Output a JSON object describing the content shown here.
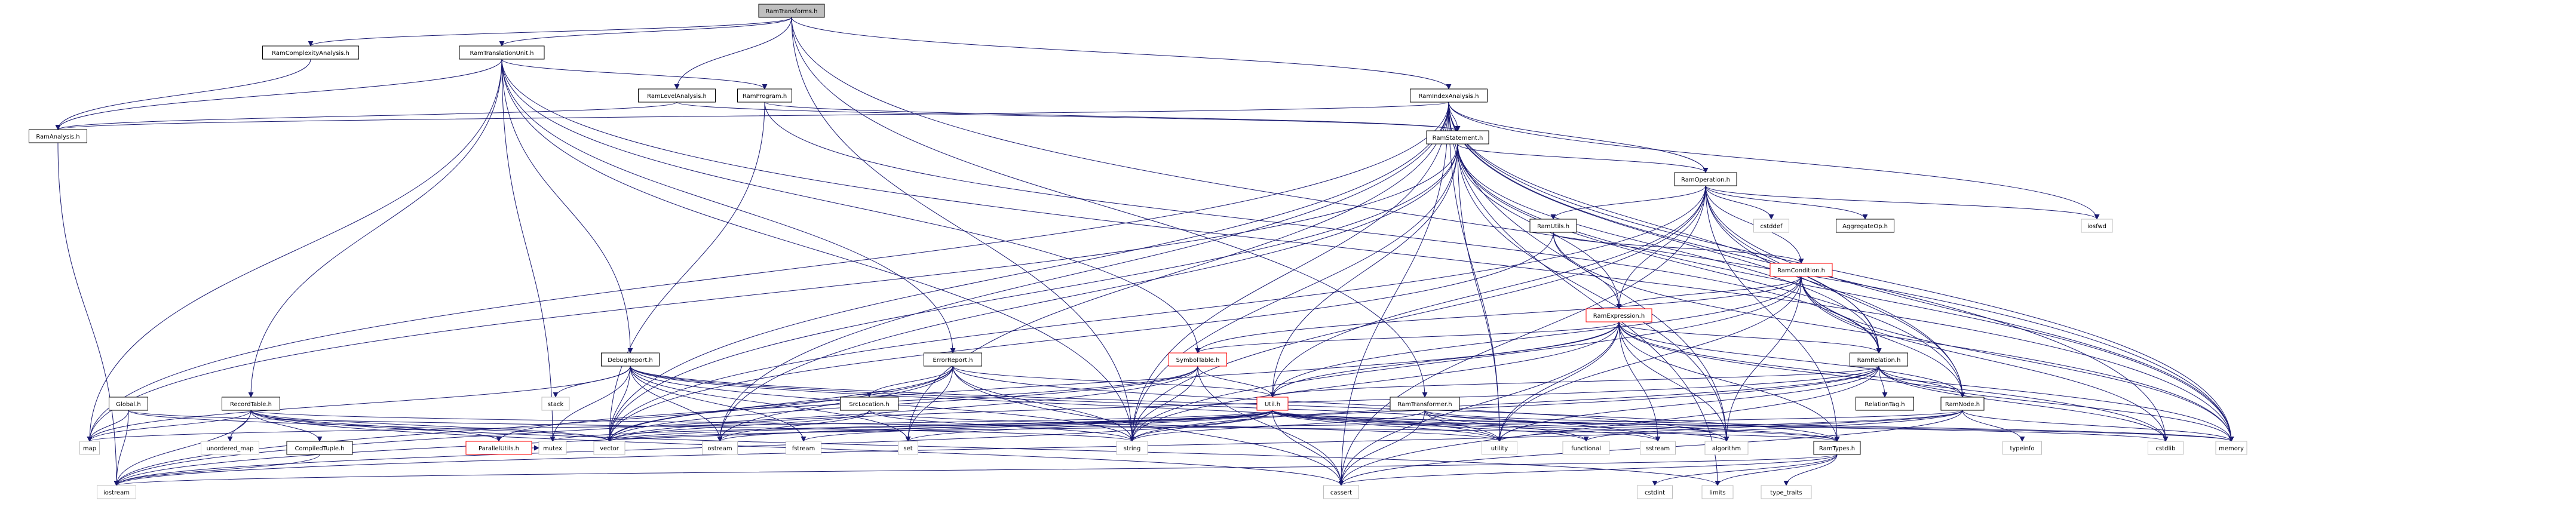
{
  "nodes": {
    "RamTransforms_h": {
      "label": "RamTransforms.h",
      "style": "focus"
    },
    "RamComplexityAnalysis_h": {
      "label": "RamComplexityAnalysis.h",
      "style": "file"
    },
    "RamTranslationUnit_h": {
      "label": "RamTranslationUnit.h",
      "style": "file"
    },
    "RamIndexAnalysis_h": {
      "label": "RamIndexAnalysis.h",
      "style": "file"
    },
    "RamLevelAnalysis_h": {
      "label": "RamLevelAnalysis.h",
      "style": "file"
    },
    "RamProgram_h": {
      "label": "RamProgram.h",
      "style": "file"
    },
    "RamAnalysis_h": {
      "label": "RamAnalysis.h",
      "style": "file"
    },
    "RamStatement_h": {
      "label": "RamStatement.h",
      "style": "file"
    },
    "RamOperation_h": {
      "label": "RamOperation.h",
      "style": "file"
    },
    "RamUtils_h": {
      "label": "RamUtils.h",
      "style": "file"
    },
    "AggregateOp_h": {
      "label": "AggregateOp.h",
      "style": "file"
    },
    "cstddef": {
      "label": "cstddef",
      "style": "system"
    },
    "iosfwd": {
      "label": "iosfwd",
      "style": "system"
    },
    "RamCondition_h": {
      "label": "RamCondition.h",
      "style": "redborder"
    },
    "RamExpression_h": {
      "label": "RamExpression.h",
      "style": "redborder"
    },
    "SymbolTable_h": {
      "label": "SymbolTable.h",
      "style": "redborder"
    },
    "Util_h": {
      "label": "Util.h",
      "style": "redborder"
    },
    "DebugReport_h": {
      "label": "DebugReport.h",
      "style": "file"
    },
    "ErrorReport_h": {
      "label": "ErrorReport.h",
      "style": "file"
    },
    "RamRelation_h": {
      "label": "RamRelation.h",
      "style": "file"
    },
    "RelationTag_h": {
      "label": "RelationTag.h",
      "style": "file"
    },
    "RamNode_h": {
      "label": "RamNode.h",
      "style": "file"
    },
    "RamTypes_h": {
      "label": "RamTypes.h",
      "style": "file"
    },
    "RamTransformer_h": {
      "label": "RamTransformer.h",
      "style": "file"
    },
    "SrcLocation_h": {
      "label": "SrcLocation.h",
      "style": "file"
    },
    "Global_h": {
      "label": "Global.h",
      "style": "file"
    },
    "RecordTable_h": {
      "label": "RecordTable.h",
      "style": "file"
    },
    "CompiledTuple_h": {
      "label": "CompiledTuple.h",
      "style": "file"
    },
    "ParallelUtils_h": {
      "label": "ParallelUtils.h",
      "style": "redborder"
    },
    "stack": {
      "label": "stack",
      "style": "system"
    },
    "map": {
      "label": "map",
      "style": "system"
    },
    "unordered_map": {
      "label": "unordered_map",
      "style": "system"
    },
    "iostream": {
      "label": "iostream",
      "style": "system"
    },
    "mutex": {
      "label": "mutex",
      "style": "system"
    },
    "vector": {
      "label": "vector",
      "style": "system"
    },
    "ostream": {
      "label": "ostream",
      "style": "system"
    },
    "fstream": {
      "label": "fstream",
      "style": "system"
    },
    "set": {
      "label": "set",
      "style": "system"
    },
    "string": {
      "label": "string",
      "style": "system"
    },
    "utility": {
      "label": "utility",
      "style": "system"
    },
    "functional": {
      "label": "functional",
      "style": "system"
    },
    "sstream": {
      "label": "sstream",
      "style": "system"
    },
    "algorithm": {
      "label": "algorithm",
      "style": "system"
    },
    "cstdlib": {
      "label": "cstdlib",
      "style": "system"
    },
    "memory": {
      "label": "memory",
      "style": "system"
    },
    "typeinfo": {
      "label": "typeinfo",
      "style": "system"
    },
    "cassert": {
      "label": "cassert",
      "style": "system"
    },
    "cstdint": {
      "label": "cstdint",
      "style": "system"
    },
    "limits": {
      "label": "limits",
      "style": "system"
    },
    "type_traits": {
      "label": "type_traits",
      "style": "system"
    }
  },
  "edges": [
    [
      "RamTransforms_h",
      "RamComplexityAnalysis_h"
    ],
    [
      "RamTransforms_h",
      "RamTranslationUnit_h"
    ],
    [
      "RamTransforms_h",
      "RamIndexAnalysis_h"
    ],
    [
      "RamTransforms_h",
      "RamLevelAnalysis_h"
    ],
    [
      "RamTransforms_h",
      "RamTransformer_h"
    ],
    [
      "RamTransforms_h",
      "string"
    ],
    [
      "RamTransforms_h",
      "memory"
    ],
    [
      "RamComplexityAnalysis_h",
      "RamAnalysis_h"
    ],
    [
      "RamTranslationUnit_h",
      "RamAnalysis_h"
    ],
    [
      "RamTranslationUnit_h",
      "RamProgram_h"
    ],
    [
      "RamTranslationUnit_h",
      "DebugReport_h"
    ],
    [
      "RamTranslationUnit_h",
      "ErrorReport_h"
    ],
    [
      "RamTranslationUnit_h",
      "SymbolTable_h"
    ],
    [
      "RamTranslationUnit_h",
      "RecordTable_h"
    ],
    [
      "RamTranslationUnit_h",
      "map"
    ],
    [
      "RamTranslationUnit_h",
      "mutex"
    ],
    [
      "RamTranslationUnit_h",
      "string"
    ],
    [
      "RamTranslationUnit_h",
      "memory"
    ],
    [
      "RamIndexAnalysis_h",
      "RamAnalysis_h"
    ],
    [
      "RamIndexAnalysis_h",
      "RamStatement_h"
    ],
    [
      "RamIndexAnalysis_h",
      "RamOperation_h"
    ],
    [
      "RamIndexAnalysis_h",
      "RamRelation_h"
    ],
    [
      "RamIndexAnalysis_h",
      "RamNode_h"
    ],
    [
      "RamIndexAnalysis_h",
      "map"
    ],
    [
      "RamIndexAnalysis_h",
      "vector"
    ],
    [
      "RamIndexAnalysis_h",
      "set"
    ],
    [
      "RamIndexAnalysis_h",
      "string"
    ],
    [
      "RamIndexAnalysis_h",
      "utility"
    ],
    [
      "RamIndexAnalysis_h",
      "ostream"
    ],
    [
      "RamIndexAnalysis_h",
      "cassert"
    ],
    [
      "RamIndexAnalysis_h",
      "cstdlib"
    ],
    [
      "RamIndexAnalysis_h",
      "iosfwd"
    ],
    [
      "RamIndexAnalysis_h",
      "memory"
    ],
    [
      "RamIndexAnalysis_h",
      "algorithm"
    ],
    [
      "RamIndexAnalysis_h",
      "limits"
    ],
    [
      "RamLevelAnalysis_h",
      "RamAnalysis_h"
    ],
    [
      "RamLevelAnalysis_h",
      "RamStatement_h"
    ],
    [
      "RamProgram_h",
      "RamStatement_h"
    ],
    [
      "RamProgram_h",
      "RamRelation_h"
    ],
    [
      "RamProgram_h",
      "vector"
    ],
    [
      "RamAnalysis_h",
      "iostream"
    ],
    [
      "RamStatement_h",
      "RamOperation_h"
    ],
    [
      "RamStatement_h",
      "RamExpression_h"
    ],
    [
      "RamStatement_h",
      "RamRelation_h"
    ],
    [
      "RamStatement_h",
      "RamNode_h"
    ],
    [
      "RamStatement_h",
      "Util_h"
    ],
    [
      "RamStatement_h",
      "vector"
    ],
    [
      "RamStatement_h",
      "string"
    ],
    [
      "RamStatement_h",
      "ostream"
    ],
    [
      "RamStatement_h",
      "map"
    ],
    [
      "RamStatement_h",
      "utility"
    ],
    [
      "RamStatement_h",
      "memory"
    ],
    [
      "RamStatement_h",
      "algorithm"
    ],
    [
      "RamOperation_h",
      "RamUtils_h"
    ],
    [
      "RamOperation_h",
      "AggregateOp_h"
    ],
    [
      "RamOperation_h",
      "cstddef"
    ],
    [
      "RamOperation_h",
      "iosfwd"
    ],
    [
      "RamOperation_h",
      "RamCondition_h"
    ],
    [
      "RamOperation_h",
      "RamExpression_h"
    ],
    [
      "RamOperation_h",
      "RamRelation_h"
    ],
    [
      "RamOperation_h",
      "RamNode_h"
    ],
    [
      "RamOperation_h",
      "Util_h"
    ],
    [
      "RamOperation_h",
      "string"
    ],
    [
      "RamOperation_h",
      "vector"
    ],
    [
      "RamOperation_h",
      "memory"
    ],
    [
      "RamOperation_h",
      "cassert"
    ],
    [
      "RamOperation_h",
      "RamTypes_h"
    ],
    [
      "RamUtils_h",
      "RamCondition_h"
    ],
    [
      "RamUtils_h",
      "RamExpression_h"
    ],
    [
      "RamUtils_h",
      "vector"
    ],
    [
      "RamUtils_h",
      "memory"
    ],
    [
      "RamCondition_h",
      "RamExpression_h"
    ],
    [
      "RamCondition_h",
      "RamRelation_h"
    ],
    [
      "RamCondition_h",
      "RamNode_h"
    ],
    [
      "RamCondition_h",
      "SymbolTable_h"
    ],
    [
      "RamCondition_h",
      "Util_h"
    ],
    [
      "RamCondition_h",
      "string"
    ],
    [
      "RamCondition_h",
      "memory"
    ],
    [
      "RamCondition_h",
      "cstdlib"
    ],
    [
      "RamCondition_h",
      "utility"
    ],
    [
      "RamCondition_h",
      "algorithm"
    ],
    [
      "RamExpression_h",
      "RamNode_h"
    ],
    [
      "RamExpression_h",
      "RamRelation_h"
    ],
    [
      "RamExpression_h",
      "SymbolTable_h"
    ],
    [
      "RamExpression_h",
      "Util_h"
    ],
    [
      "RamExpression_h",
      "RamTypes_h"
    ],
    [
      "RamExpression_h",
      "string"
    ],
    [
      "RamExpression_h",
      "vector"
    ],
    [
      "RamExpression_h",
      "memory"
    ],
    [
      "RamExpression_h",
      "sstream"
    ],
    [
      "RamExpression_h",
      "utility"
    ],
    [
      "RamExpression_h",
      "cassert"
    ],
    [
      "RamExpression_h",
      "cstdlib"
    ],
    [
      "RamExpression_h",
      "algorithm"
    ],
    [
      "SymbolTable_h",
      "Util_h"
    ],
    [
      "SymbolTable_h",
      "ParallelUtils_h"
    ],
    [
      "SymbolTable_h",
      "iostream"
    ],
    [
      "SymbolTable_h",
      "string"
    ],
    [
      "SymbolTable_h",
      "vector"
    ],
    [
      "SymbolTable_h",
      "cassert"
    ],
    [
      "SymbolTable_h",
      "deque_unused"
    ],
    [
      "Util_h",
      "RamTypes_h"
    ],
    [
      "Util_h",
      "map"
    ],
    [
      "Util_h",
      "vector"
    ],
    [
      "Util_h",
      "set"
    ],
    [
      "Util_h",
      "string"
    ],
    [
      "Util_h",
      "iostream"
    ],
    [
      "Util_h",
      "ostream"
    ],
    [
      "Util_h",
      "fstream"
    ],
    [
      "Util_h",
      "utility"
    ],
    [
      "Util_h",
      "functional"
    ],
    [
      "Util_h",
      "sstream"
    ],
    [
      "Util_h",
      "algorithm"
    ],
    [
      "Util_h",
      "cstdlib"
    ],
    [
      "Util_h",
      "memory"
    ],
    [
      "Util_h",
      "cassert"
    ],
    [
      "Util_h",
      "mutex"
    ],
    [
      "DebugReport_h",
      "stack"
    ],
    [
      "DebugReport_h",
      "map"
    ],
    [
      "DebugReport_h",
      "vector"
    ],
    [
      "DebugReport_h",
      "ostream"
    ],
    [
      "DebugReport_h",
      "fstream"
    ],
    [
      "DebugReport_h",
      "set"
    ],
    [
      "DebugReport_h",
      "string"
    ],
    [
      "DebugReport_h",
      "utility"
    ],
    [
      "DebugReport_h",
      "sstream"
    ],
    [
      "DebugReport_h",
      "RamTypes_h"
    ],
    [
      "DebugReport_h",
      "mutex"
    ],
    [
      "ErrorReport_h",
      "SrcLocation_h"
    ],
    [
      "ErrorReport_h",
      "Util_h"
    ],
    [
      "ErrorReport_h",
      "iostream"
    ],
    [
      "ErrorReport_h",
      "string"
    ],
    [
      "ErrorReport_h",
      "vector"
    ],
    [
      "ErrorReport_h",
      "set"
    ],
    [
      "ErrorReport_h",
      "algorithm"
    ],
    [
      "ErrorReport_h",
      "cassert"
    ],
    [
      "ErrorReport_h",
      "ostream"
    ],
    [
      "RamRelation_h",
      "RelationTag_h"
    ],
    [
      "RamRelation_h",
      "RamNode_h"
    ],
    [
      "RamRelation_h",
      "Util_h"
    ],
    [
      "RamRelation_h",
      "string"
    ],
    [
      "RamRelation_h",
      "utility"
    ],
    [
      "RamRelation_h",
      "cassert"
    ],
    [
      "RamRelation_h",
      "memory"
    ],
    [
      "RamRelation_h",
      "vector"
    ],
    [
      "RamRelation_h",
      "cstdlib"
    ],
    [
      "RamRelation_h",
      "iostream"
    ],
    [
      "RamNode_h",
      "functional"
    ],
    [
      "RamNode_h",
      "typeinfo"
    ],
    [
      "RamNode_h",
      "memory"
    ],
    [
      "RamNode_h",
      "utility"
    ],
    [
      "RamNode_h",
      "vector"
    ],
    [
      "RamNode_h",
      "iostream"
    ],
    [
      "RamNode_h",
      "cassert"
    ],
    [
      "RamTypes_h",
      "cassert"
    ],
    [
      "RamTypes_h",
      "cstdint"
    ],
    [
      "RamTypes_h",
      "limits"
    ],
    [
      "RamTypes_h",
      "type_traits"
    ],
    [
      "RamTypes_h",
      "iostream"
    ],
    [
      "RamTransformer_h",
      "RamTypes_h"
    ],
    [
      "RamTransformer_h",
      "string"
    ],
    [
      "RamTransformer_h",
      "utility"
    ],
    [
      "RamTransformer_h",
      "memory"
    ],
    [
      "RamTransformer_h",
      "cassert"
    ],
    [
      "RamTransformer_h",
      "functional"
    ],
    [
      "SrcLocation_h",
      "ostream"
    ],
    [
      "SrcLocation_h",
      "string"
    ],
    [
      "SrcLocation_h",
      "utility"
    ],
    [
      "SrcLocation_h",
      "vector"
    ],
    [
      "Global_h",
      "map"
    ],
    [
      "Global_h",
      "iostream"
    ],
    [
      "Global_h",
      "string"
    ],
    [
      "Global_h",
      "vector"
    ],
    [
      "RecordTable_h",
      "CompiledTuple_h"
    ],
    [
      "RecordTable_h",
      "ParallelUtils_h"
    ],
    [
      "RecordTable_h",
      "RamTypes_h"
    ],
    [
      "RecordTable_h",
      "unordered_map"
    ],
    [
      "RecordTable_h",
      "map"
    ],
    [
      "RecordTable_h",
      "vector"
    ],
    [
      "RecordTable_h",
      "iostream"
    ],
    [
      "RecordTable_h",
      "cassert"
    ],
    [
      "RecordTable_h",
      "limits"
    ],
    [
      "CompiledTuple_h",
      "iostream"
    ],
    [
      "ParallelUtils_h",
      "mutex"
    ]
  ]
}
